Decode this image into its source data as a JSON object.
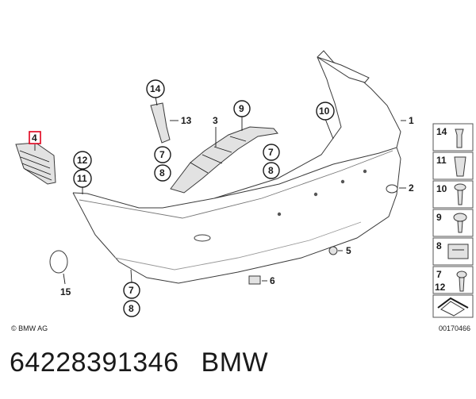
{
  "callouts": {
    "c1": "1",
    "c2": "2",
    "c3": "3",
    "c4": "4",
    "c5": "5",
    "c6": "6",
    "c7a": "7",
    "c7b": "7",
    "c7c": "7",
    "c8a": "8",
    "c8b": "8",
    "c8c": "8",
    "c9": "9",
    "c10": "10",
    "c11": "11",
    "c12": "12",
    "c13": "13",
    "c14": "14",
    "c15": "15"
  },
  "legend": {
    "l14": "14",
    "l11": "11",
    "l10": "10",
    "l9": "9",
    "l8": "8",
    "l7": "7",
    "l12": "12"
  },
  "copyright": "© BMW AG",
  "diagram_id": "00170466",
  "caption": {
    "part_number": "64228391346",
    "brand": "BMW"
  },
  "colors": {
    "highlight": "#e0001b",
    "shading": "#e2e2e2"
  }
}
